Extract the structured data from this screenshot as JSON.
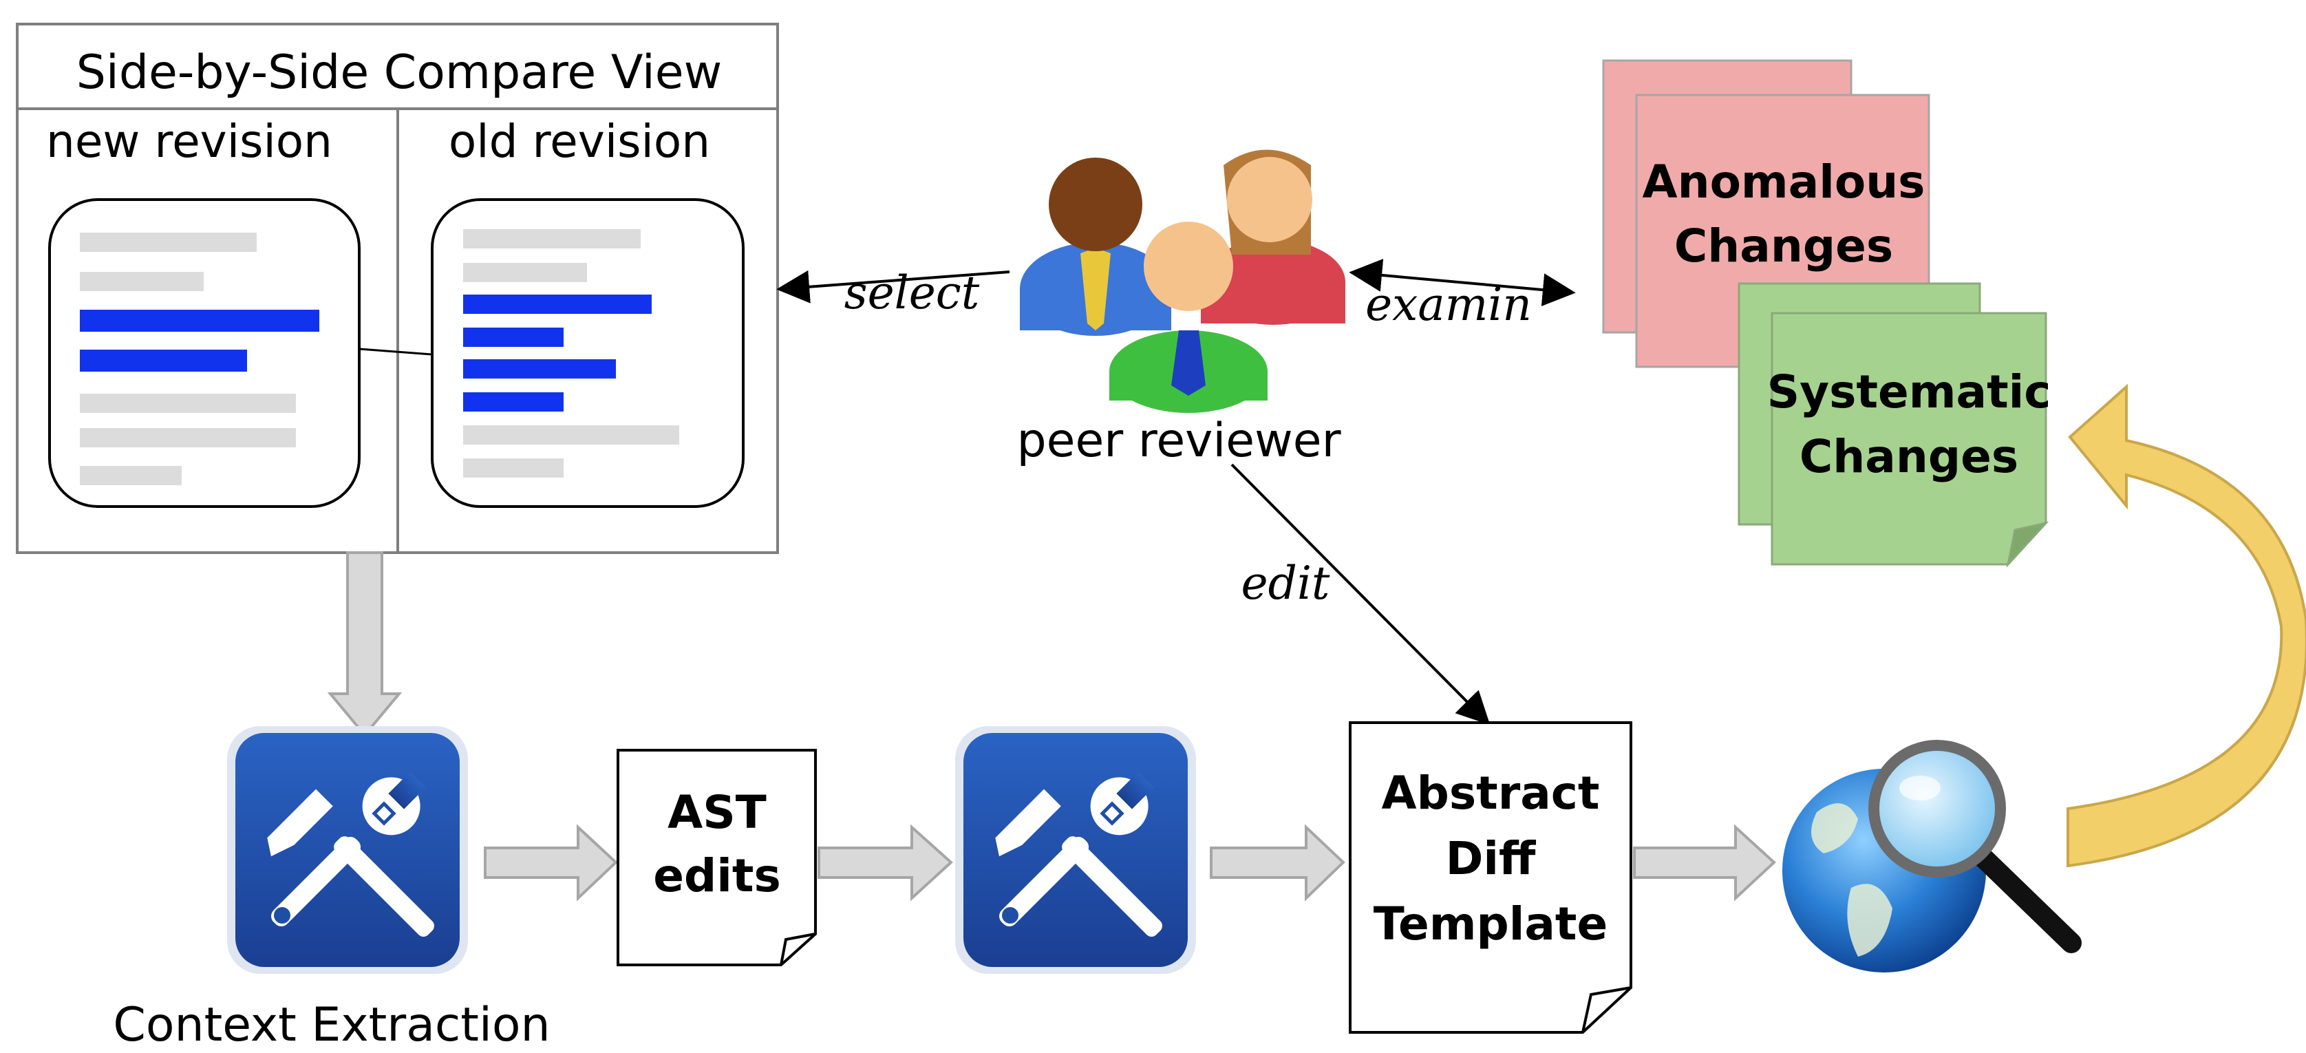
{
  "compare_view": {
    "title": "Side-by-Side Compare View",
    "new_label": "new revision",
    "old_label": "old revision"
  },
  "reviewer": {
    "label": "peer reviewer"
  },
  "edges": {
    "select": "select",
    "examin": "examin",
    "edit": "edit"
  },
  "tools": {
    "context_label": "Context Extraction"
  },
  "documents": {
    "ast_line1": "AST",
    "ast_line2": "edits",
    "template_line1": "Abstract",
    "template_line2": "Diff",
    "template_line3": "Template"
  },
  "results": {
    "anomalous_line1": "Anomalous",
    "anomalous_line2": "Changes",
    "systematic_line1": "Systematic",
    "systematic_line2": "Changes"
  },
  "icons": {
    "tool": "hammer-wrench-icon",
    "reviewer": "people-group-icon",
    "search": "globe-magnifier-icon"
  },
  "colors": {
    "highlight_line": "#1133ee",
    "context_line": "#dcdcdc",
    "tool_bg": "#1f4ea6",
    "anomalous_fill": "#f1aaaa",
    "systematic_fill": "#a6d28f",
    "curved_arrow": "#f3cf6a"
  }
}
